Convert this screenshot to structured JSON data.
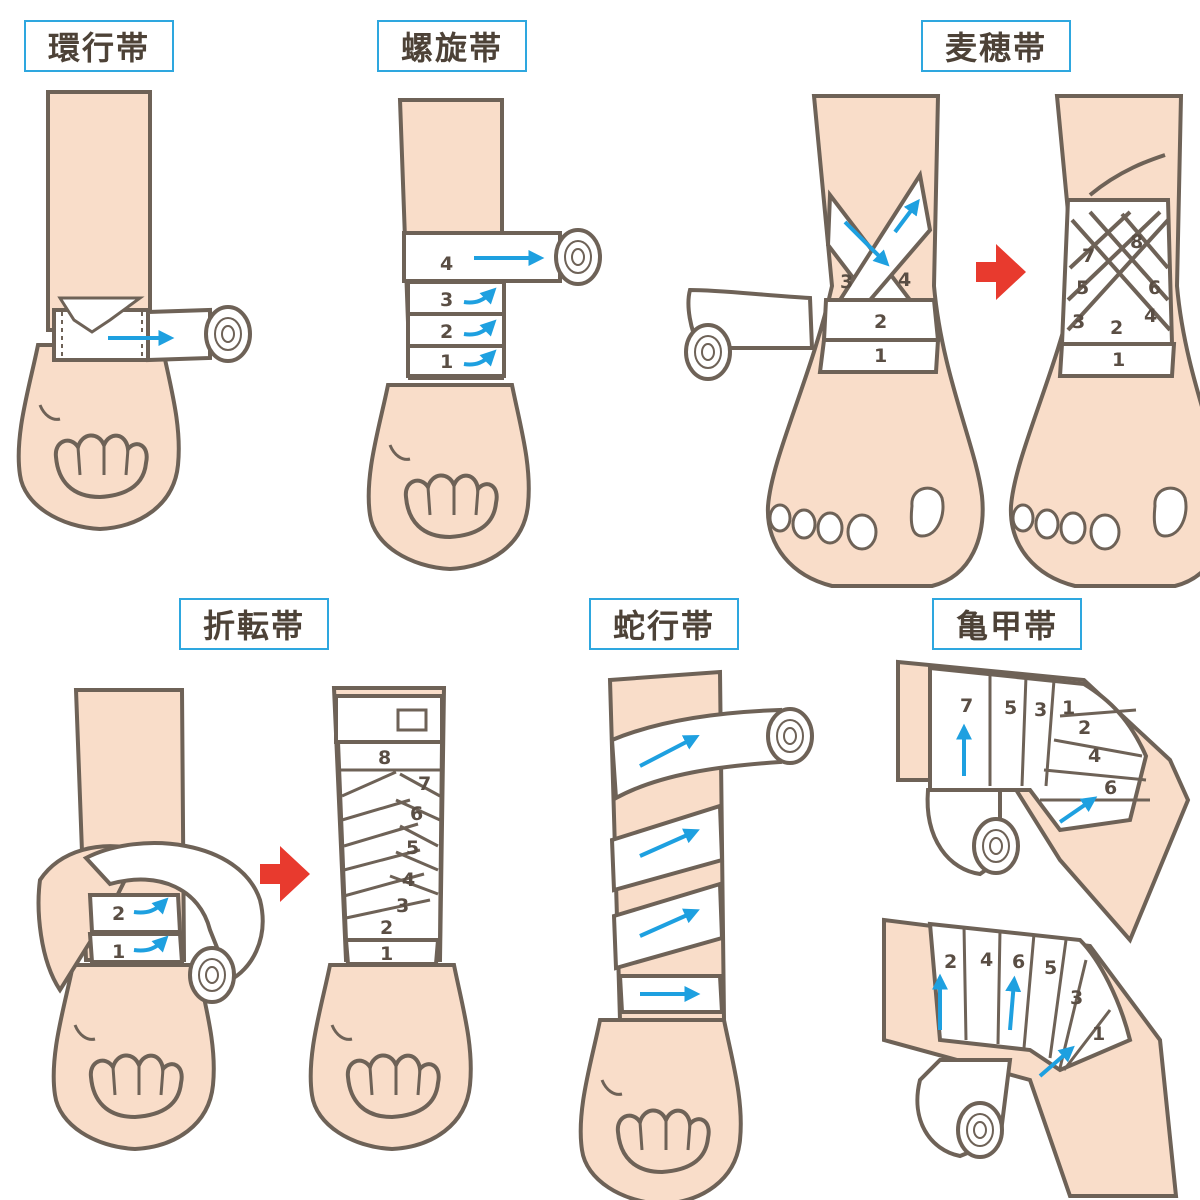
{
  "panels": [
    {
      "id": "kanko",
      "title": "環行帯",
      "numbers": []
    },
    {
      "id": "rasen",
      "title": "螺旋帯",
      "numbers": [
        "4",
        "3",
        "2",
        "1"
      ]
    },
    {
      "id": "bakusui",
      "title": "麦穂帯",
      "numbers_step1": [
        "3",
        "4",
        "2",
        "1"
      ],
      "numbers_step2": [
        "7",
        "8",
        "5",
        "6",
        "3",
        "2",
        "4",
        "1"
      ]
    },
    {
      "id": "setten",
      "title": "折転帯",
      "numbers_step1": [
        "2",
        "1"
      ],
      "numbers_step2": [
        "8",
        "7",
        "6",
        "5",
        "4",
        "3",
        "2",
        "1"
      ]
    },
    {
      "id": "dakou",
      "title": "蛇行帯",
      "numbers": []
    },
    {
      "id": "kikkou",
      "title": "亀甲帯",
      "numbers_top": [
        "7",
        "5",
        "3",
        "1",
        "2",
        "4",
        "6"
      ],
      "numbers_bottom": [
        "2",
        "4",
        "6",
        "5",
        "3",
        "1"
      ]
    }
  ],
  "colors": {
    "skin": "#f9ddc9",
    "skin_shadow": "#eec2a8",
    "outline": "#6e6257",
    "bandage": "#ffffff",
    "arrow_blue": "#1ea0e0",
    "arrow_red": "#e83a2e",
    "title_border": "#2ea7df"
  }
}
